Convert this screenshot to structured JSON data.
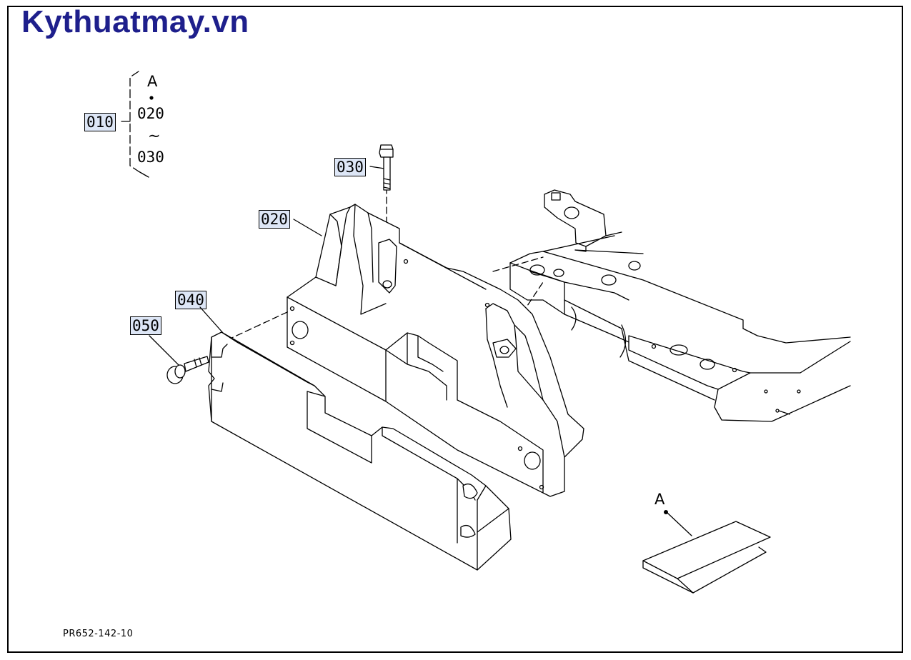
{
  "brand": "Kythuatmay.vn",
  "drawing_code": "PR652-142-10",
  "colors": {
    "brand": "#1e1f8c",
    "label_fill": "#dde6f6",
    "line": "#000000"
  },
  "legend": {
    "parent": "010",
    "marker": "A",
    "start": "020",
    "range_symbol": "~",
    "end": "030"
  },
  "callouts": {
    "p020": "020",
    "p030": "030",
    "p040": "040",
    "p050": "050"
  },
  "detail_marker": "A"
}
